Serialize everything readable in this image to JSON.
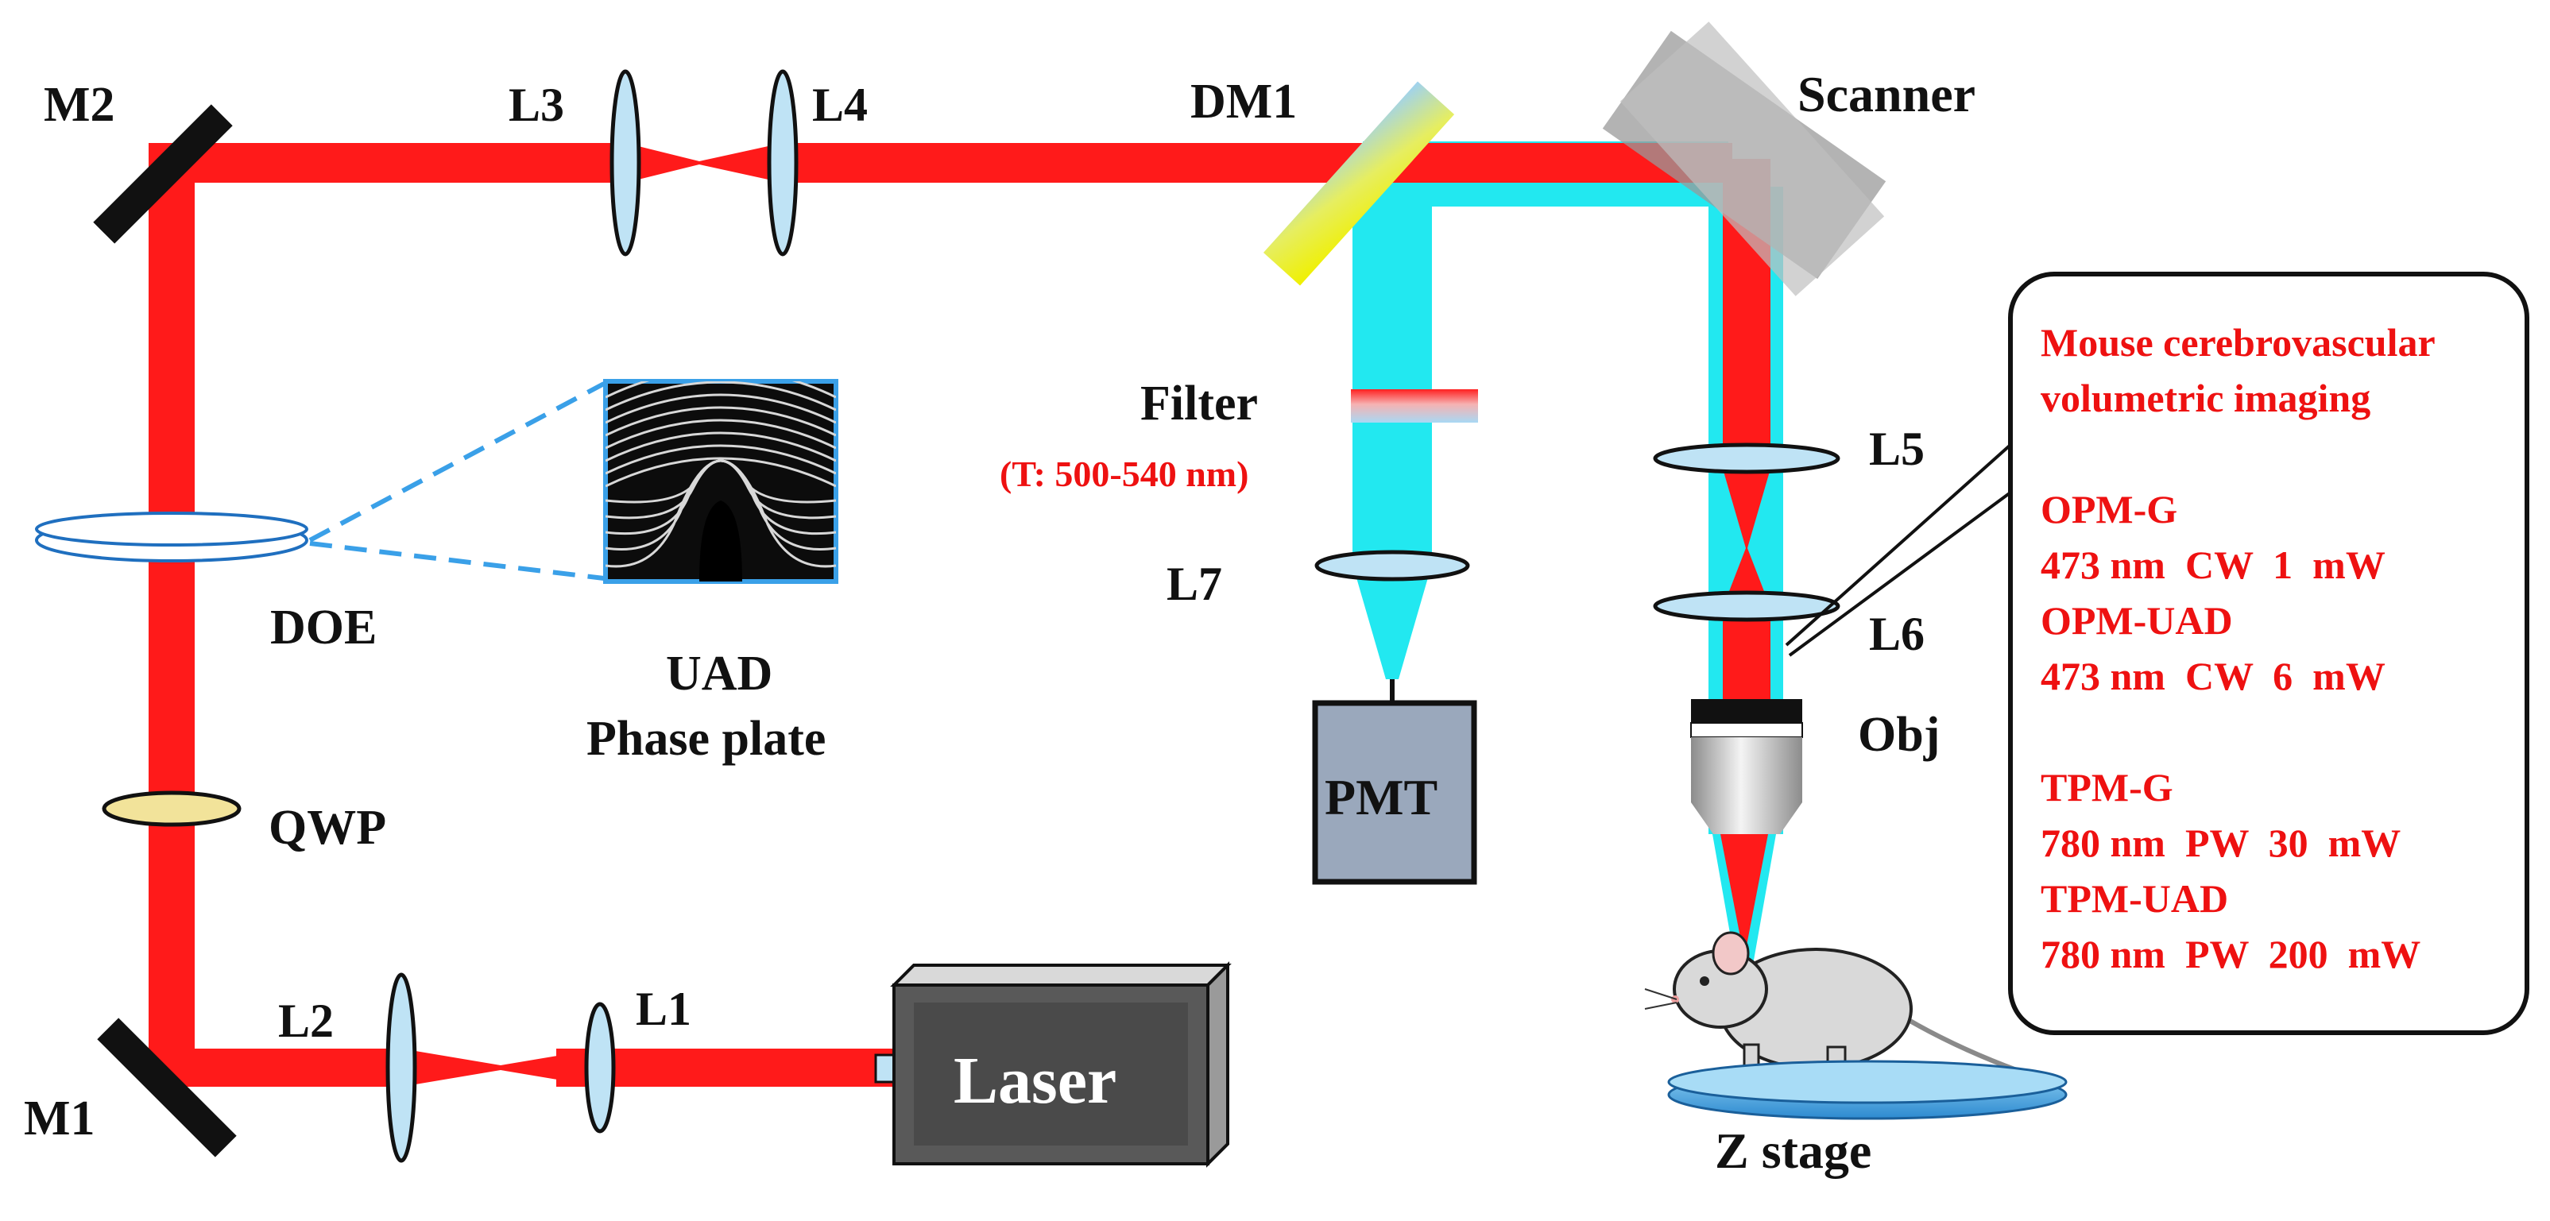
{
  "colors": {
    "beam": "#ff1a1a",
    "fluorescence": "#22e8f0",
    "lens_fill": "#bfe3f5",
    "text": "#111111",
    "note_text": "#ee1111",
    "pmt_fill": "#9aa8bc",
    "laser_body": "#595959"
  },
  "labels": {
    "m2": "M2",
    "m1": "M1",
    "l1": "L1",
    "l2": "L2",
    "l3": "L3",
    "l4": "L4",
    "l5": "L5",
    "l6": "L6",
    "l7": "L7",
    "dm1": "DM1",
    "scanner": "Scanner",
    "doe": "DOE",
    "qwp": "QWP",
    "uad_line1": "UAD",
    "uad_line2": "Phase plate",
    "filter": "Filter",
    "filter_spec": "(T: 500-540 nm)",
    "pmt": "PMT",
    "obj": "Obj",
    "laser": "Laser",
    "z_stage": "Z stage"
  },
  "note_box": {
    "title_line1": "Mouse cerebrovascular",
    "title_line2": "volumetric imaging",
    "opm_g": "OPM-G",
    "opm_g_spec": "473 nm  CW  1  mW",
    "opm_uad": "OPM-UAD",
    "opm_uad_spec": "473 nm  CW  6  mW",
    "tpm_g": "TPM-G",
    "tpm_g_spec": "780 nm  PW  30  mW",
    "tpm_uad": "TPM-UAD",
    "tpm_uad_spec": "780 nm  PW  200  mW"
  },
  "icons": {
    "mirror": "mirror-icon",
    "lens": "lens-icon",
    "dichroic": "dichroic-mirror-icon",
    "scanner": "galvo-scanner-icon",
    "phase_plate": "phase-plate-pattern-icon",
    "objective": "objective-icon",
    "detector": "pmt-icon",
    "laser": "laser-source-icon",
    "mouse": "mouse-icon",
    "stage": "z-stage-icon"
  }
}
